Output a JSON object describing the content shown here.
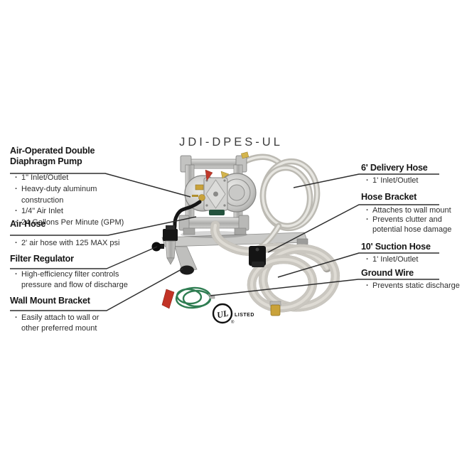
{
  "title": "JDI-DPES-UL",
  "left_callouts": [
    {
      "heading": "Air-Operated Double\nDiaphragm Pump",
      "bullets": [
        "1\" Inlet/Outlet",
        "Heavy-duty aluminum construction",
        "1/4\" Air Inlet",
        "24 Gallons Per Minute (GPM)"
      ]
    },
    {
      "heading": "Air Hose",
      "bullets": [
        "2' air hose with 125 MAX psi"
      ]
    },
    {
      "heading": "Filter Regulator",
      "bullets": [
        "High-efficiency filter controls\npressure and flow of discharge"
      ]
    },
    {
      "heading": "Wall Mount Bracket",
      "bullets": [
        "Easily attach to wall or\nother preferred mount"
      ]
    }
  ],
  "right_callouts": [
    {
      "heading": "6' Delivery Hose",
      "bullets": [
        "1' Inlet/Outlet"
      ]
    },
    {
      "heading": "Hose Bracket",
      "bullets": [
        "Attaches to wall mount",
        "Prevents clutter and\npotential hose damage"
      ]
    },
    {
      "heading": "10' Suction Hose",
      "bullets": [
        "1' Inlet/Outlet"
      ]
    },
    {
      "heading": "Ground Wire",
      "bullets": [
        "Prevents static discharge"
      ]
    }
  ],
  "ul_badge": {
    "mark": "UL",
    "registered": "®",
    "label": "LISTED"
  },
  "colors": {
    "line": "#2e2e2e",
    "heading": "#161616",
    "body_text": "#2d2d2d",
    "tag_red": "#c0392b",
    "clamp_red": "#c23326",
    "wire_green": "#2f7d52",
    "brass": "#c9a23a"
  }
}
